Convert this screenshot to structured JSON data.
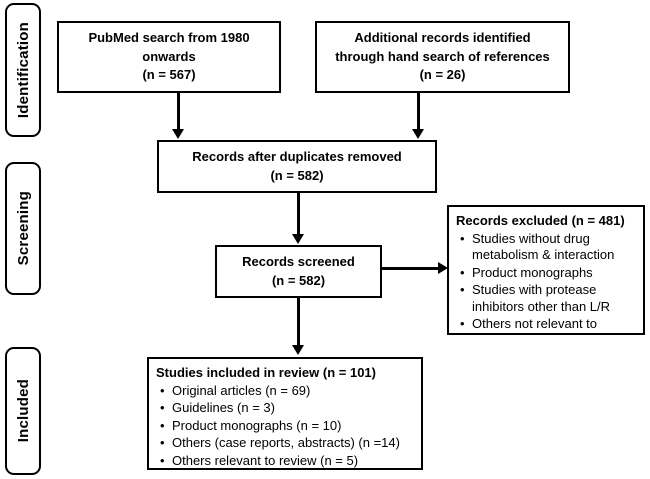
{
  "diagram": {
    "type": "prisma-flow-diagram",
    "title": "PRISMA study selection flow diagram",
    "colors": {
      "stroke": "#000000",
      "background": "#ffffff",
      "text": "#000000"
    }
  },
  "stages": [
    {
      "id": "identification",
      "label": "Identification"
    },
    {
      "id": "screening",
      "label": "Screening"
    },
    {
      "id": "included",
      "label": "Included"
    }
  ],
  "boxes": {
    "pubmed_search": {
      "lines": [
        "PubMed search from 1980",
        "onwards",
        "(n = 567)"
      ]
    },
    "additional_records": {
      "lines": [
        "Additional records identified",
        "through hand search of references",
        "(n = 26)"
      ]
    },
    "duplicates_removed": {
      "lines": [
        "Records after duplicates removed",
        "(n = 582)"
      ]
    },
    "records_screened": {
      "lines": [
        "Records screened",
        "(n = 582)"
      ]
    },
    "records_excluded": {
      "title": "Records excluded (n = 481)",
      "items": [
        "Studies without drug metabolism & interaction",
        "Product monographs",
        "Studies with protease inhibitors other than L/R",
        "Others not relevant to current review"
      ]
    },
    "studies_included": {
      "title": "Studies included in review (n = 101)",
      "items": [
        "Original articles (n = 69)",
        "Guidelines (n = 3)",
        "Product monographs (n = 10)",
        "Others (case reports, abstracts) (n =14)",
        "Others relevant to review (n = 5)"
      ]
    }
  },
  "counts": {
    "pubmed_search": 567,
    "additional_records": 26,
    "after_duplicates": 582,
    "screened": 582,
    "excluded": 481,
    "included_total": 101,
    "original_articles": 69,
    "guidelines": 3,
    "product_monographs": 10,
    "others_case_reports_abstracts": 14,
    "others_relevant": 5
  },
  "bullet": "•"
}
